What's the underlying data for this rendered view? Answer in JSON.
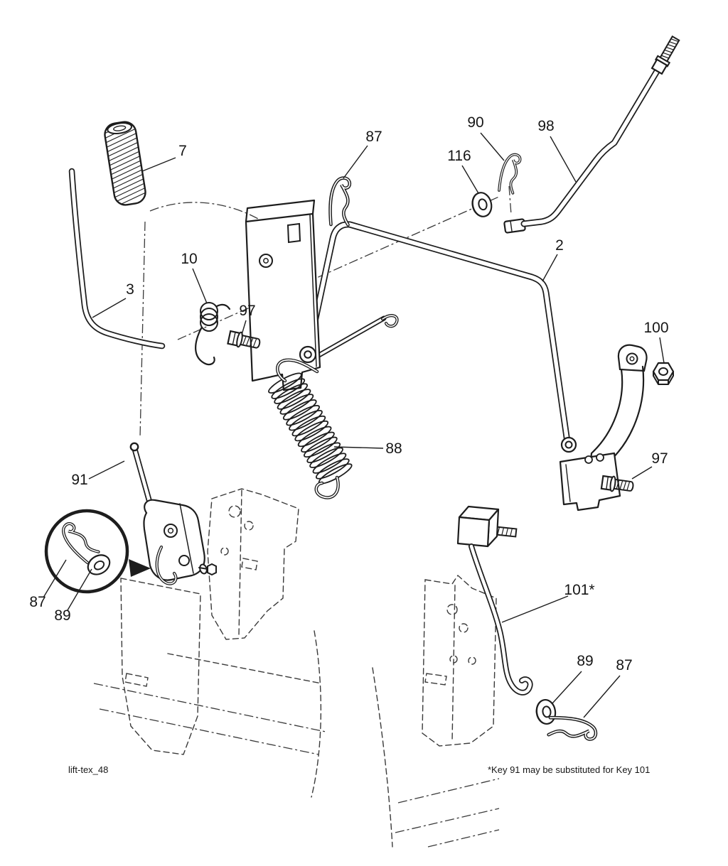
{
  "figure": {
    "drawing_id": "lift-tex_48",
    "footnote": "*Key 91 may be substituted for Key 101",
    "line_color": "#1d1d1d",
    "background_color": "#ffffff"
  },
  "callouts": [
    {
      "label": "7"
    },
    {
      "label": "87"
    },
    {
      "label": "116"
    },
    {
      "label": "90"
    },
    {
      "label": "98"
    },
    {
      "label": "2"
    },
    {
      "label": "10"
    },
    {
      "label": "3"
    },
    {
      "label": "97"
    },
    {
      "label": "100"
    },
    {
      "label": "88"
    },
    {
      "label": "97"
    },
    {
      "label": "91"
    },
    {
      "label": "87"
    },
    {
      "label": "89"
    },
    {
      "label": "101*"
    },
    {
      "label": "89"
    },
    {
      "label": "87"
    }
  ]
}
